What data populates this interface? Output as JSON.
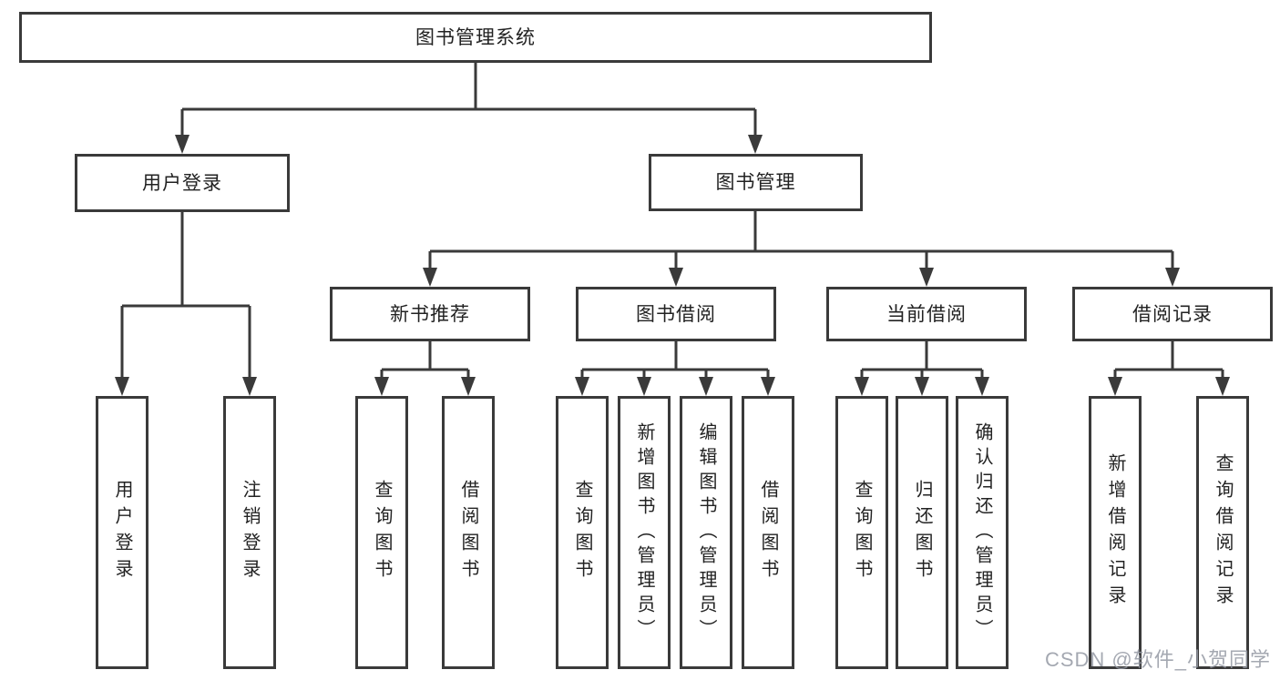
{
  "diagram": {
    "root_label": "图书管理系统",
    "branches": [
      {
        "label": "用户登录",
        "children": [
          {
            "label": "用户登录"
          },
          {
            "label": "注销登录"
          }
        ]
      },
      {
        "label": "图书管理",
        "groups": [
          {
            "label": "新书推荐",
            "children": [
              {
                "label": "查询图书"
              },
              {
                "label": "借阅图书"
              }
            ]
          },
          {
            "label": "图书借阅",
            "children": [
              {
                "label": "查询图书"
              },
              {
                "label": "新增图书（管理员）"
              },
              {
                "label": "编辑图书（管理员）"
              },
              {
                "label": "借阅图书"
              }
            ]
          },
          {
            "label": "当前借阅",
            "children": [
              {
                "label": "查询图书"
              },
              {
                "label": "归还图书"
              },
              {
                "label": "确认归还（管理员）"
              }
            ]
          },
          {
            "label": "借阅记录",
            "children": [
              {
                "label": "新增借阅记录"
              },
              {
                "label": "查询借阅记录"
              }
            ]
          }
        ]
      }
    ]
  },
  "colors": {
    "line": "#3a3a3a",
    "box_border": "#3a3a3a",
    "text": "#222222",
    "watermark": "#9499a3"
  },
  "watermark": "CSDN @软件_小贺同学"
}
